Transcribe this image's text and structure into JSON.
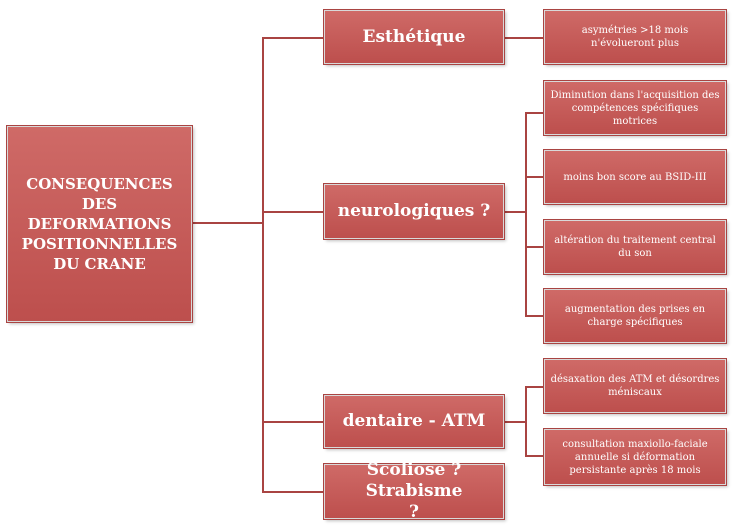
{
  "root": {
    "label": "CONSEQUENCES DES DEFORMATIONS POSITIONNELLES DU CRANE"
  },
  "branches": [
    {
      "label": "Esthétique",
      "children": [
        "asymétries >18 mois n'évolueront plus"
      ]
    },
    {
      "label": "neurologiques ?",
      "children": [
        "Diminution dans l'acquisition des compétences spécifiques motrices",
        "moins bon score au BSID-III",
        "altération du traitement central du son",
        "augmentation des prises en charge spécifiques"
      ]
    },
    {
      "label": "dentaire - ATM",
      "children": [
        "désaxation des ATM et désordres méniscaux",
        "consultation maxiollo-faciale annuelle si déformation persistante après 18 mois"
      ]
    },
    {
      "label": "Scoliose ? Strabisme ?",
      "children": []
    }
  ],
  "colors": {
    "box_fill": "#c65b59",
    "line": "#a94442",
    "text": "#ffffff"
  }
}
